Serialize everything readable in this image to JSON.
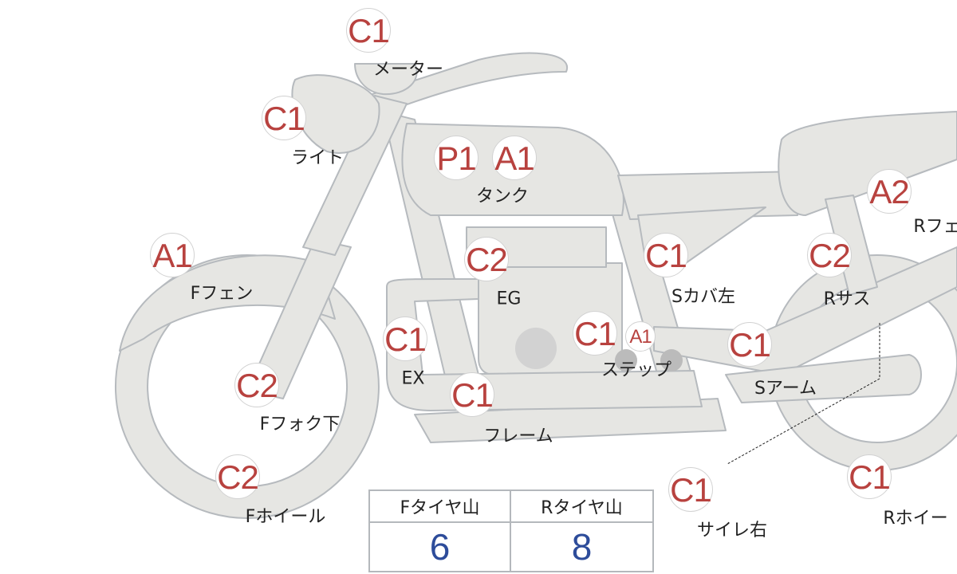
{
  "colors": {
    "part_fill": "#e6e6e3",
    "part_stroke": "#b6babe",
    "grade": "#b8423f",
    "value": "#2d4c9a"
  },
  "parts": [
    {
      "grade": "C1",
      "label": "メーター"
    },
    {
      "grade": "C1",
      "label": "ライト"
    },
    {
      "grade": "P1",
      "grade2": "A1",
      "label": "タンク"
    },
    {
      "grade": "A1",
      "label": "Fフェン"
    },
    {
      "grade": "C2",
      "label": "EG"
    },
    {
      "grade": "C1",
      "label": "Sカバ左"
    },
    {
      "grade": "C2",
      "label": "Rサス"
    },
    {
      "grade": "A2",
      "label": "Rフェ"
    },
    {
      "grade": "C1",
      "label": "EX"
    },
    {
      "grade": "C1",
      "grade2": "A1",
      "label": "ステップ"
    },
    {
      "grade": "C1",
      "label": "Sアーム"
    },
    {
      "grade": "C2",
      "label": "Fフォク下"
    },
    {
      "grade": "C1",
      "label": "フレーム"
    },
    {
      "grade": "C2",
      "label": "Fホイール"
    },
    {
      "grade": "C1",
      "label": "サイレ右"
    },
    {
      "grade": "C1",
      "label": "Rホイー"
    }
  ],
  "tire_table": {
    "headers": [
      "Fタイヤ山",
      "Rタイヤ山"
    ],
    "values": [
      "6",
      "8"
    ]
  }
}
